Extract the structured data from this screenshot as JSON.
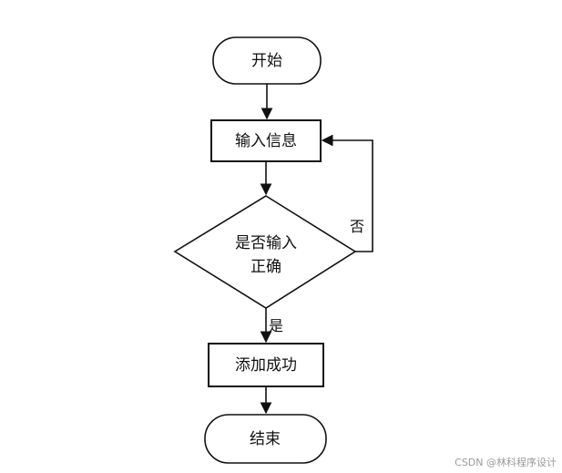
{
  "diagram": {
    "nodes": {
      "start": "开始",
      "input": "输入信息",
      "decision_line1": "是否输入",
      "decision_line2": "正确",
      "add": "添加成功",
      "end": "结束"
    },
    "edges": {
      "no_label": "否",
      "yes_label": "是"
    }
  },
  "watermark": "CSDN @林科程序设计",
  "colors": {
    "stroke": "#111111",
    "fill": "#ffffff",
    "text": "#111111"
  }
}
